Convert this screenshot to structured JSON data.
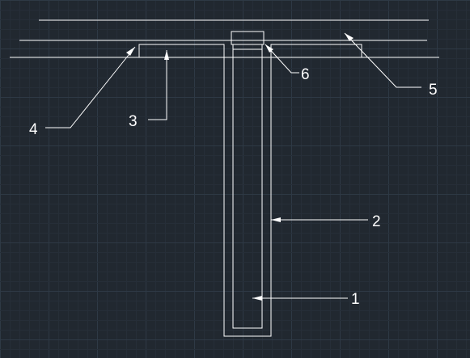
{
  "colors": {
    "background": "#212830",
    "grid_major": "#2e3945",
    "grid_minor": "#262e38",
    "stroke": "#ffffff"
  },
  "labels": {
    "l1": "1",
    "l2": "2",
    "l3": "3",
    "l4": "4",
    "l5": "5",
    "l6": "6"
  }
}
